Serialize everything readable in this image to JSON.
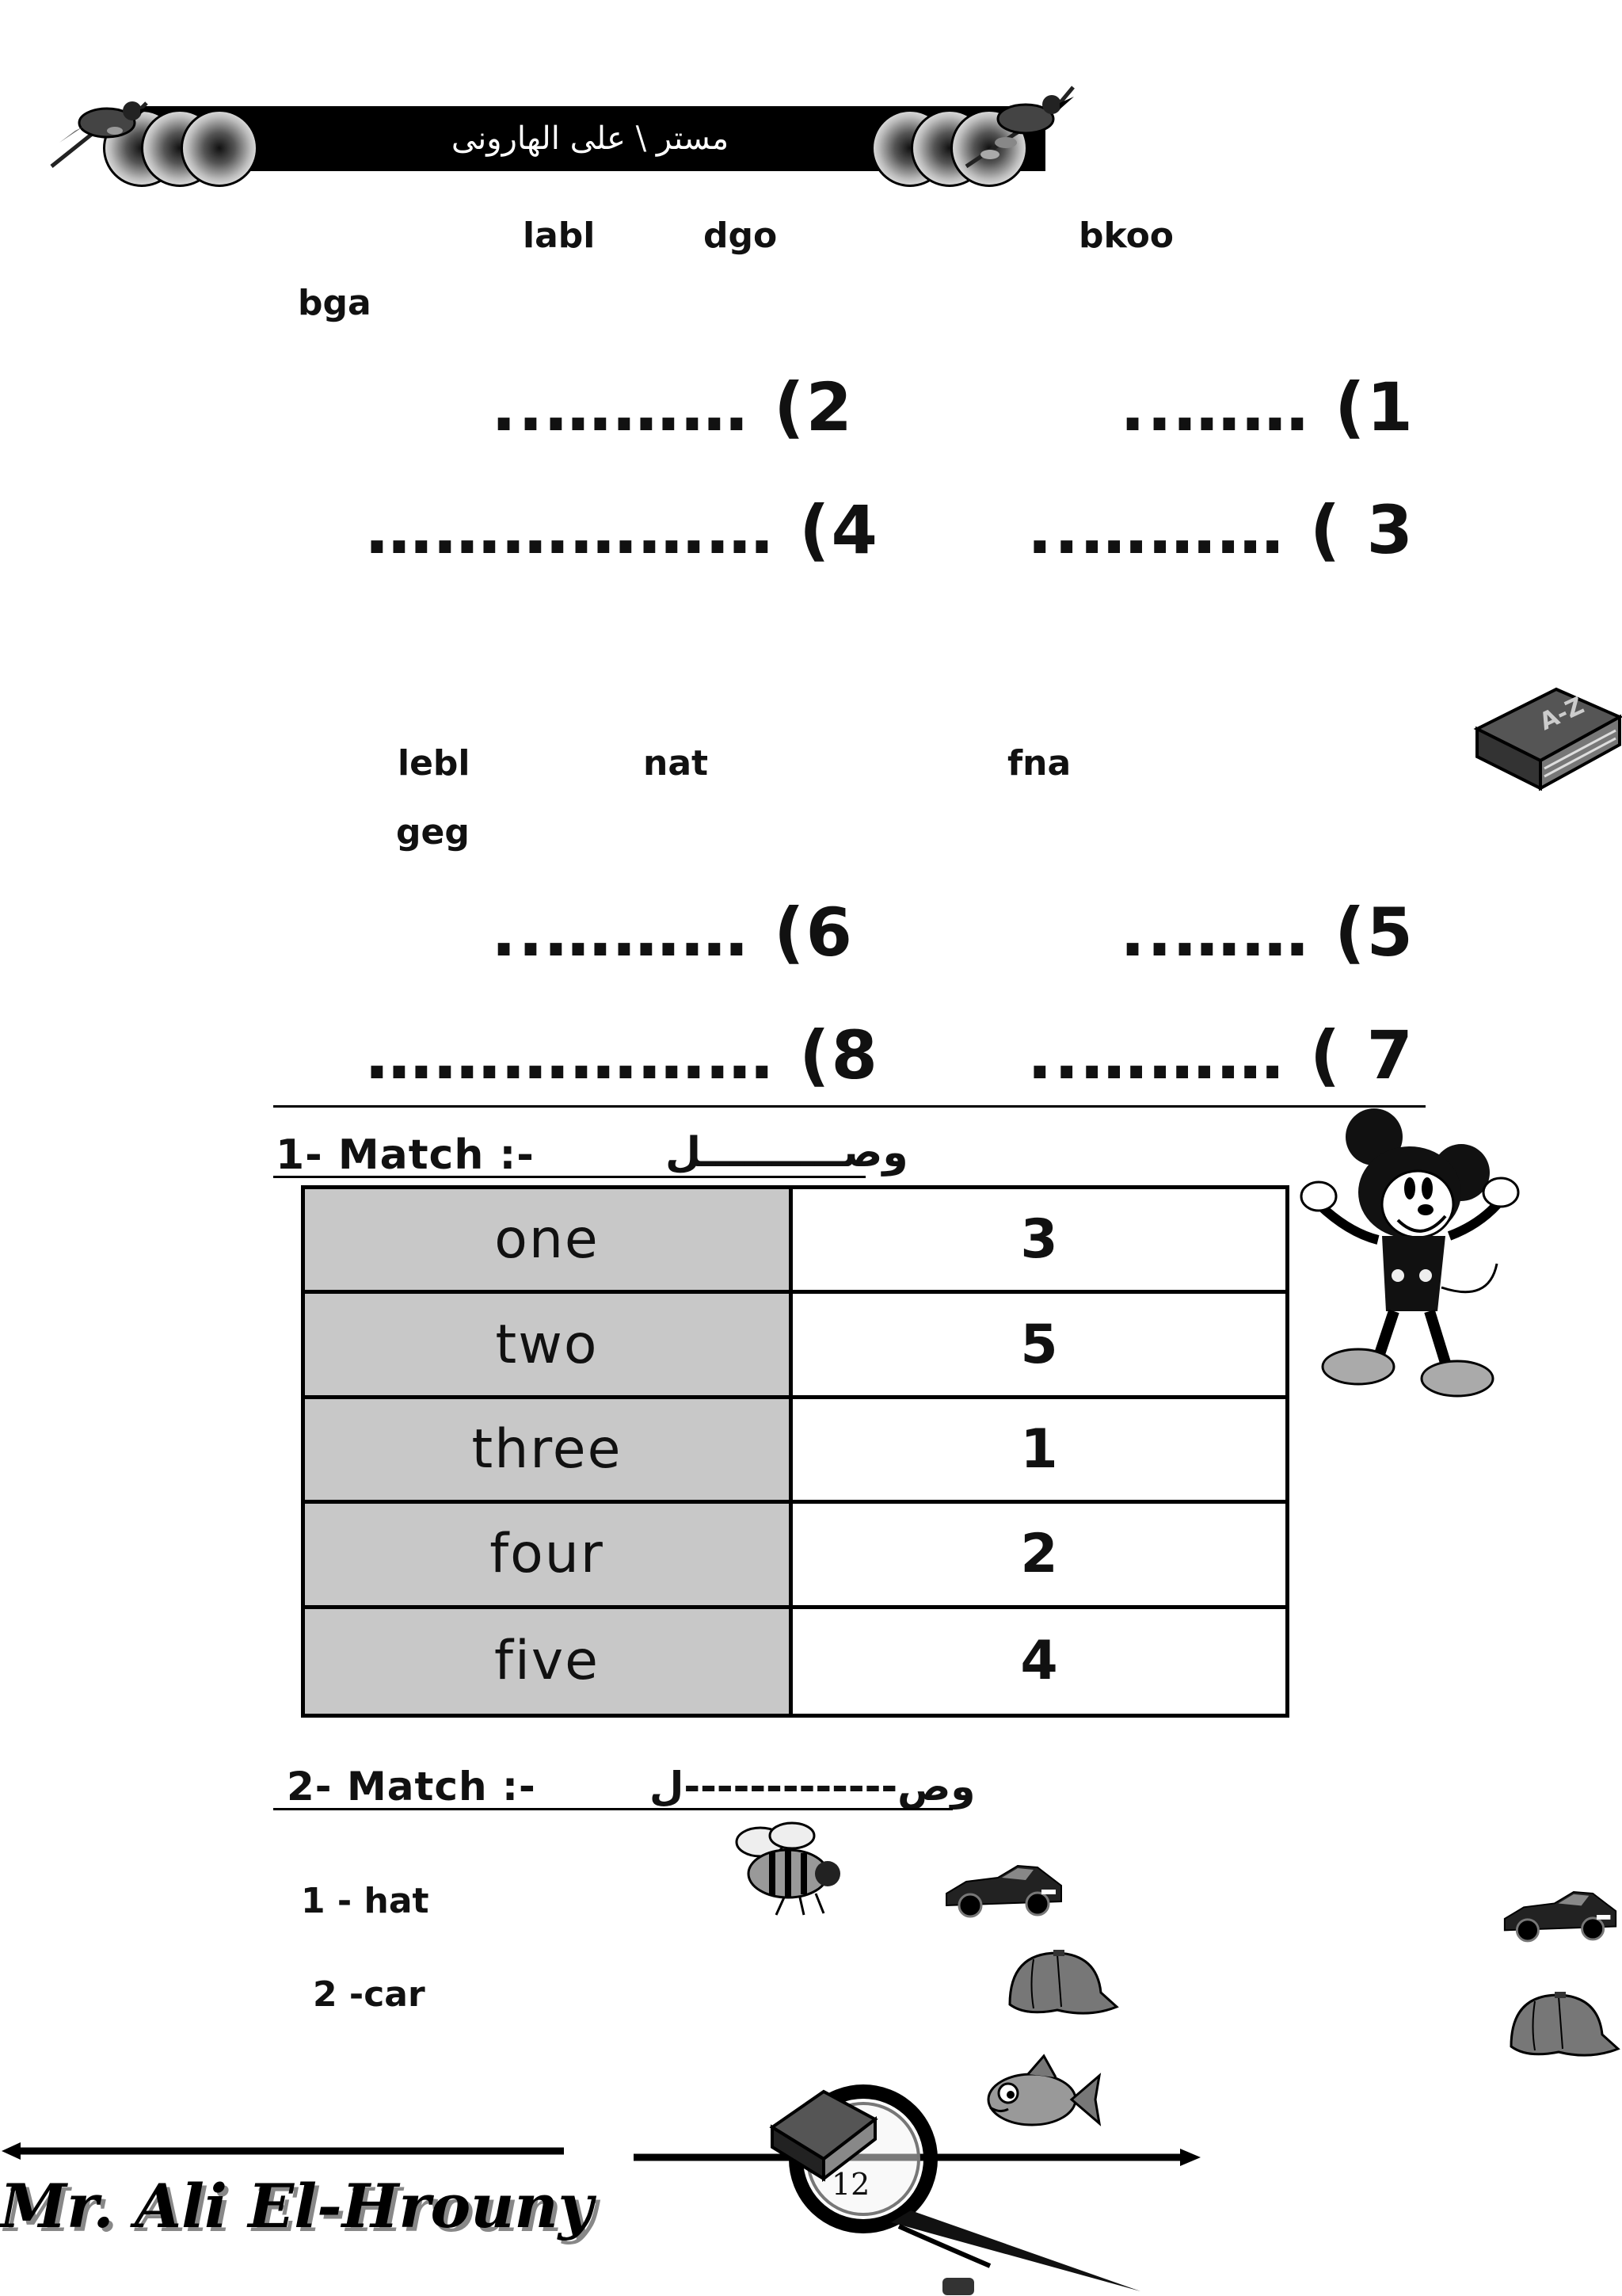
{
  "header": {
    "title": "مستر \\ على الهارونى"
  },
  "exercise1": {
    "words": [
      "labl",
      "dgo",
      "bkoo",
      "bga"
    ],
    "answers": [
      "1) ……..",
      "2) ………..",
      "3 ) ………..",
      "4) ………………"
    ]
  },
  "exercise2": {
    "words": [
      "lebl",
      "nat",
      "fna",
      "geg"
    ],
    "answers": [
      "5) ……..",
      "6) ………..",
      "7 ) ………..",
      "8) ………………"
    ]
  },
  "match1": {
    "title": "1-  Match :-",
    "arabic": "وصــــــــــل",
    "rows": [
      {
        "word": "one",
        "number": "3"
      },
      {
        "word": "two",
        "number": "5"
      },
      {
        "word": "three",
        "number": "1"
      },
      {
        "word": "four",
        "number": "2"
      },
      {
        "word": "five",
        "number": "4"
      }
    ]
  },
  "match2": {
    "title": "2-  Match :-",
    "arabic": "وص-------------ل",
    "items": [
      "1 - hat",
      "2 -car"
    ]
  },
  "footer": {
    "author": "Mr. Ali El-Hrouny",
    "page": "12"
  },
  "icons": [
    "bird-icon",
    "book-icon",
    "mickey-mouse-icon",
    "bee-icon",
    "car-icon",
    "cap-icon",
    "fish-icon",
    "magnifier-icon"
  ]
}
